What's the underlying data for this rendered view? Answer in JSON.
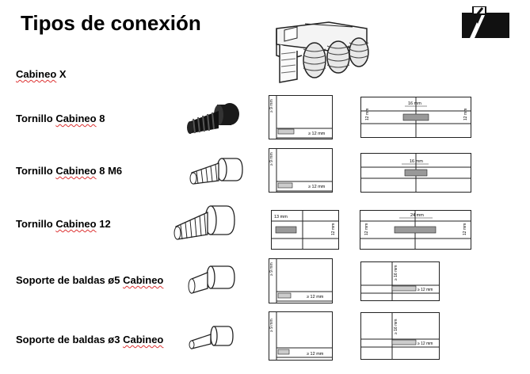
{
  "title": "Tipos de conexión",
  "rows": [
    {
      "pre": "",
      "word": "Cabineo",
      "post": " X"
    },
    {
      "pre": "Tornillo ",
      "word": "Cabineo",
      "post": " 8"
    },
    {
      "pre": "Tornillo ",
      "word": "Cabineo",
      "post": " 8 M6"
    },
    {
      "pre": "Tornillo ",
      "word": "Cabineo",
      "post": " 12"
    },
    {
      "pre": "Soporte de baldas ø5 ",
      "word": "Cabineo",
      "post": ""
    },
    {
      "pre": "Soporte de baldas ø3 ",
      "word": "Cabineo",
      "post": ""
    }
  ],
  "dims": {
    "d9": "≥ 9 mm",
    "d12": "≥ 12 mm",
    "d16": "16 mm",
    "d12b": "12 mm",
    "d13": "13 mm",
    "d24": "24 mm",
    "d16b": "≥ 16 mm"
  },
  "icons": [
    "brand-logo-icon",
    "cabineo-connector-image"
  ]
}
